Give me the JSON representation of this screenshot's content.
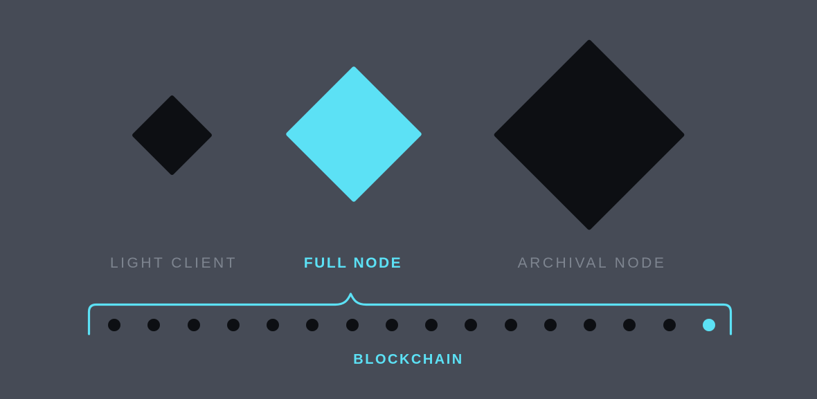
{
  "colors": {
    "background": "#464B56",
    "accent": "#5CE1F5",
    "dark": "#0D0F13",
    "muted": "#7E8590"
  },
  "nodes": [
    {
      "id": "light-client",
      "label": "LIGHT CLIENT",
      "size": "small",
      "color": "dark",
      "highlighted": false
    },
    {
      "id": "full-node",
      "label": "FULL NODE",
      "size": "medium",
      "color": "accent",
      "highlighted": true
    },
    {
      "id": "archival-node",
      "label": "ARCHIVAL NODE",
      "size": "large",
      "color": "dark",
      "highlighted": false
    }
  ],
  "blockchain": {
    "label": "BLOCKCHAIN",
    "block_count": 16,
    "highlighted_block_index": 16
  }
}
